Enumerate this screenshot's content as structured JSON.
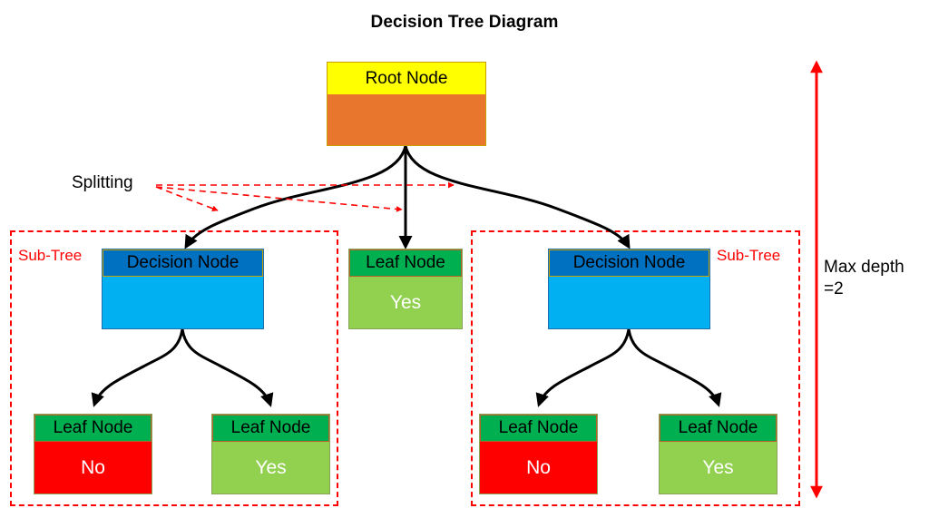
{
  "diagram": {
    "title": "Decision Tree Diagram",
    "background_color": "#ffffff"
  },
  "colors": {
    "root_header": "#ffff00",
    "root_body": "#e8762c",
    "decision_header": "#0070c0",
    "decision_body": "#00b0f0",
    "leaf_header": "#00b050",
    "leaf_body_yes": "#92d050",
    "leaf_body_no": "#ff0000",
    "annotation_red": "#ff0000",
    "edge_black": "#000000",
    "text_black": "#000000",
    "text_white": "#ffffff"
  },
  "nodes": {
    "root": {
      "header": "Root Node",
      "body": ""
    },
    "decision_left": {
      "header": "Decision Node",
      "body": ""
    },
    "decision_right": {
      "header": "Decision Node",
      "body": ""
    },
    "leaf_center": {
      "header": "Leaf Node",
      "body": "Yes"
    },
    "leaf_left_no": {
      "header": "Leaf Node",
      "body": "No"
    },
    "leaf_left_yes": {
      "header": "Leaf Node",
      "body": "Yes"
    },
    "leaf_right_no": {
      "header": "Leaf Node",
      "body": "No"
    },
    "leaf_right_yes": {
      "header": "Leaf Node",
      "body": "Yes"
    }
  },
  "annotations": {
    "splitting": "Splitting",
    "subtree_left": "Sub-Tree",
    "subtree_right": "Sub-Tree",
    "max_depth_line1": "Max depth",
    "max_depth_line2": "=2"
  }
}
